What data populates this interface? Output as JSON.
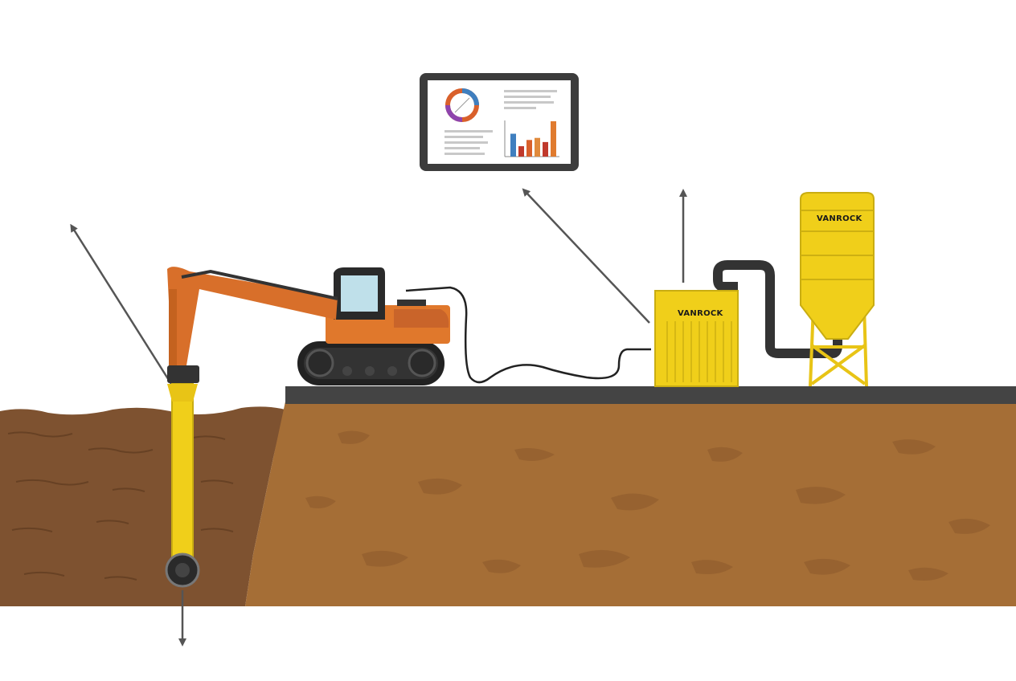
{
  "diagram": {
    "container_brand": "VANROCK",
    "silo_brand": "VANROCK",
    "components": [
      "monitoring-tablet",
      "excavator",
      "mixing-container",
      "binder-silo",
      "mixing-tool"
    ],
    "colors": {
      "excavator": "#e0782c",
      "equipment_yellow": "#f0cf1a",
      "soil_mixed": "#7e5230",
      "soil_native": "#a56e36",
      "ground_surface": "#444444",
      "hose": "#333333",
      "arrows": "#555555"
    },
    "tablet_chart": {
      "type": "bar",
      "values": [
        22,
        10,
        16,
        18,
        14,
        34
      ],
      "colors": [
        "#3f7fbf",
        "#c0392b",
        "#d9602b",
        "#e08a3c",
        "#c0392b",
        "#e07b2f"
      ]
    }
  }
}
